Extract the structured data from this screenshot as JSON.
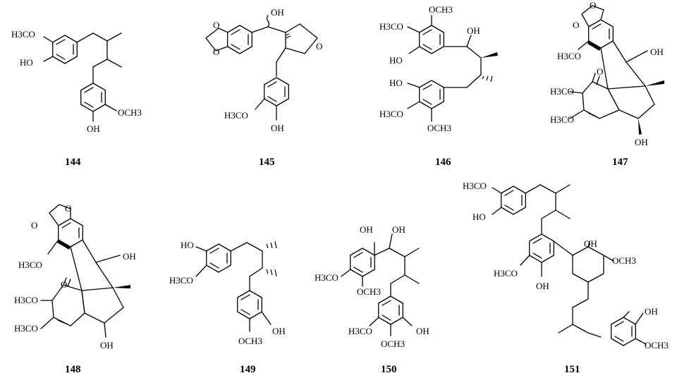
{
  "compounds": [
    {
      "number": "144",
      "labels": [
        "H3CO",
        "HO",
        "OCH3",
        "OH"
      ]
    },
    {
      "number": "145",
      "labels": [
        "OH",
        "O",
        "O",
        "O",
        "H3CO",
        "OH"
      ]
    },
    {
      "number": "146",
      "labels": [
        "OCH3",
        "H3CO",
        "HO",
        "OH",
        "HO",
        "H3CO",
        "OCH3"
      ]
    },
    {
      "number": "147",
      "labels": [
        "O",
        "O",
        "H3CO",
        "OH",
        "O",
        "H3CO",
        "H3CO",
        "OH"
      ]
    },
    {
      "number": "148",
      "labels": [
        "O",
        "O",
        "H3CO",
        "OH",
        "O",
        "H3CO",
        "H3CO",
        "OH"
      ]
    },
    {
      "number": "149",
      "labels": [
        "HO",
        "H3CO",
        "OH",
        "OCH3"
      ]
    },
    {
      "number": "150",
      "labels": [
        "OH",
        "OH",
        "H3CO",
        "OCH3",
        "H3CO",
        "OH",
        "OCH3"
      ]
    },
    {
      "number": "151",
      "labels": [
        "H3CO",
        "HO",
        "OH",
        "OCH3",
        "H3CO",
        "OH",
        "OH",
        "OCH3"
      ]
    }
  ]
}
